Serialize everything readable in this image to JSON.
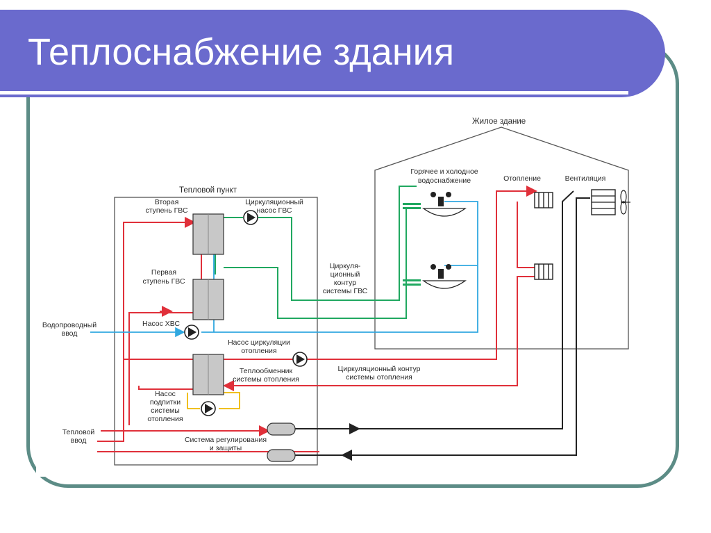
{
  "slide": {
    "title": "Теплоснабжение здания"
  },
  "diagram": {
    "building_label": "Жилое здание",
    "heat_point_label": "Тепловой пункт",
    "hot_cold_water": [
      "Горячее и холодное",
      "водоснабжение"
    ],
    "heating": "Отопление",
    "ventilation": "Вентиляция",
    "dhw_second_stage": [
      "Вторая",
      "ступень ГВС"
    ],
    "dhw_circ_pump": [
      "Циркуляционный",
      "насос ГВС"
    ],
    "dhw_first_stage": [
      "Первая",
      "ступень ГВС"
    ],
    "dhw_circ_loop": [
      "Циркуля-",
      "ционный",
      "контур",
      "системы ГВС"
    ],
    "water_inlet": [
      "Водопроводный",
      "ввод"
    ],
    "cold_water_pump": "Насос ХВС",
    "heating_circ_pump": [
      "Насос циркуляции",
      "отопления"
    ],
    "heating_hx": [
      "Теплообменник",
      "системы отопления"
    ],
    "heating_circ_loop": [
      "Циркуляционный контур",
      "системы отопления"
    ],
    "makeup_pump": [
      "Насос",
      "подпитки",
      "системы",
      "отопления"
    ],
    "heat_inlet": [
      "Тепловой",
      "ввод"
    ],
    "control_system": [
      "Система регулирования",
      "и защиты"
    ]
  },
  "colors": {
    "title_bar": "#6a6acd",
    "frame": "#5c8c86",
    "hot_line": "#e0303a",
    "cold_line": "#30a8e0",
    "circ_line": "#20a860",
    "makeup_line": "#f0c020",
    "hx_fill": "#c8c8c8"
  }
}
